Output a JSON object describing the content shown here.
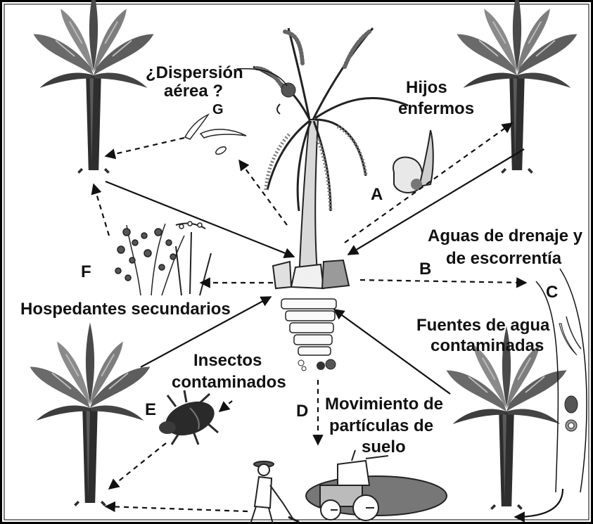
{
  "labels": {
    "A": "A",
    "B": "B",
    "C": "C",
    "D": "D",
    "E": "E",
    "F": "F",
    "G": "G"
  },
  "text": {
    "dispersion_line1": "¿Dispersión",
    "dispersion_line2": "aérea ?",
    "hijos_line1": "Hijos",
    "hijos_line2": "enfermos",
    "aguas_line1": "Aguas de drenaje y",
    "aguas_line2": "de escorrentía",
    "hospedantes": "Hospedantes secundarios",
    "fuentes_line1": "Fuentes de agua",
    "fuentes_line2": "contaminadas",
    "insectos_line1": "Insectos",
    "insectos_line2": "contaminados",
    "movimiento_line1": "Movimiento de",
    "movimiento_line2": "partículas de",
    "movimiento_line3": "suelo"
  },
  "colors": {
    "ink": "#111111",
    "frame": "#000000",
    "plant_dark": "#2e2e2e",
    "plant_mid": "#6a6a6a",
    "plant_light": "#a8a8a8",
    "background": "#ffffff"
  },
  "icons": [
    "banana-plant-icon",
    "diseased-banana-plant-icon",
    "spore-icon",
    "sucker-icon",
    "weed-host-plants-icon",
    "beetle-icon",
    "farmer-icon",
    "tractor-icon",
    "chlamydospore-icon"
  ]
}
